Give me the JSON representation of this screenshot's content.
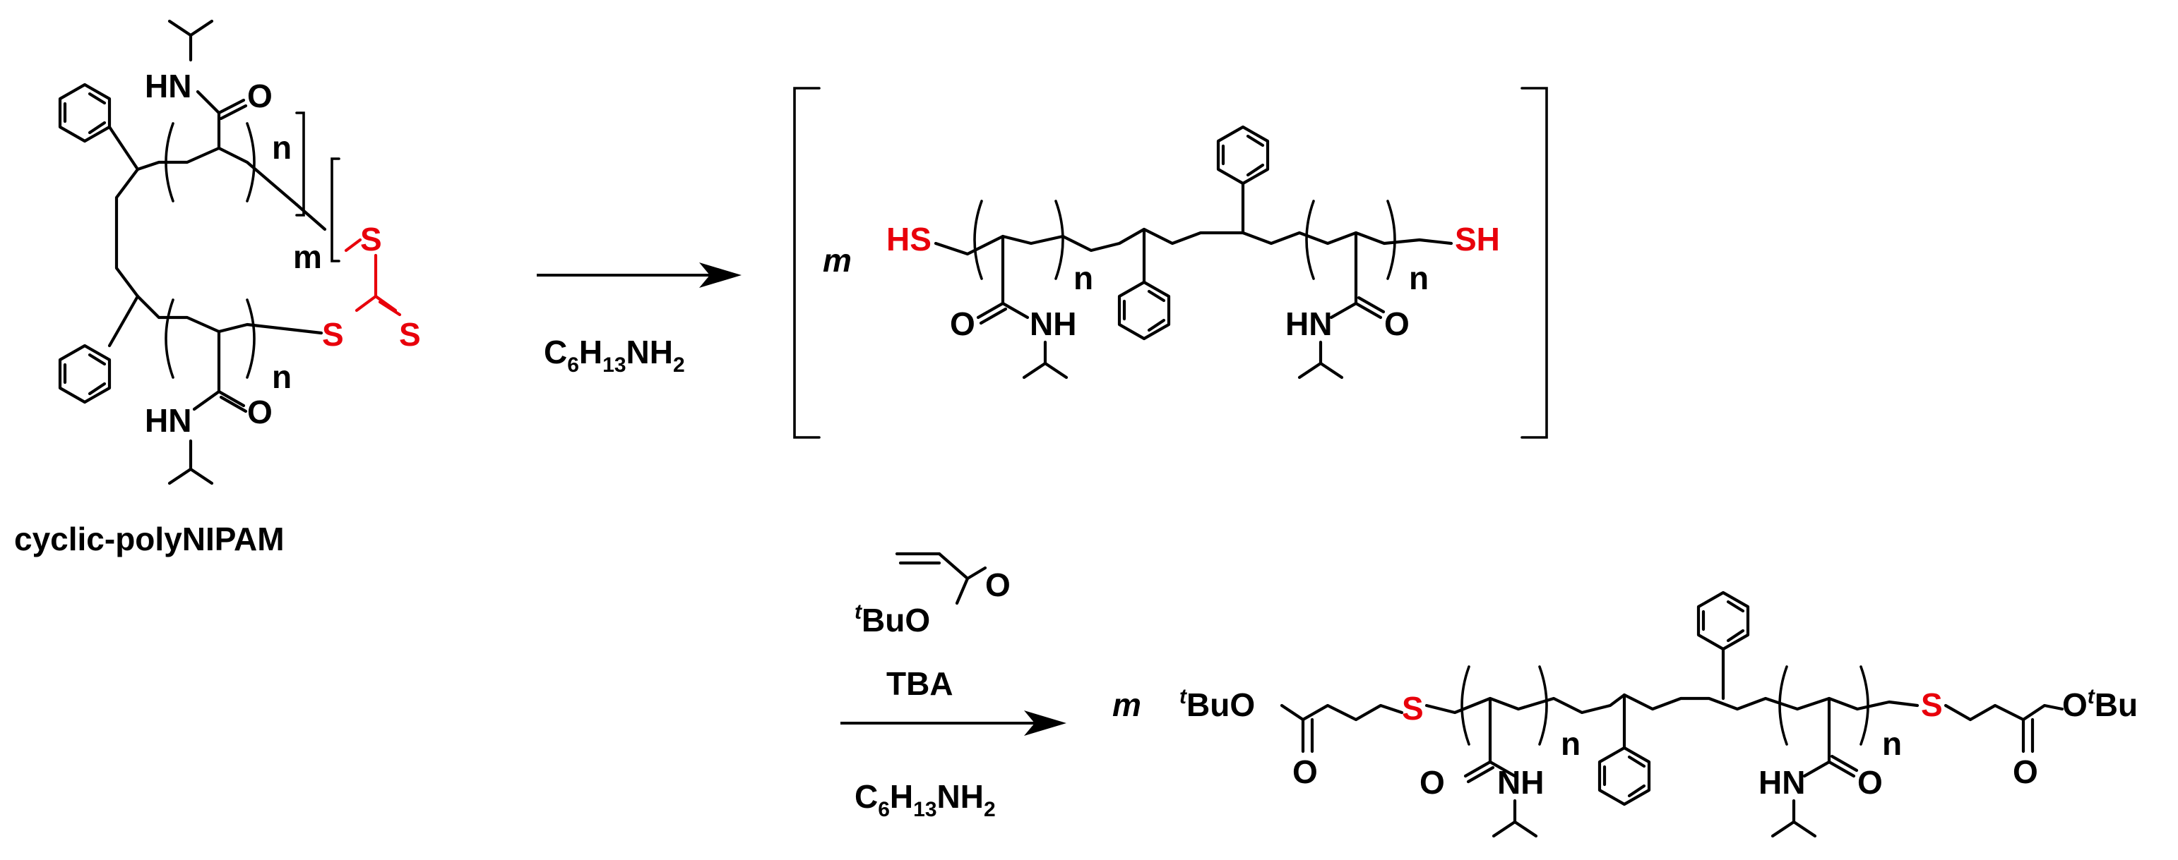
{
  "colors": {
    "bond": "#000000",
    "sulfur": "#e8000b"
  },
  "labels": {
    "compound_name": "cyclic-polyNIPAM",
    "repeat_n": "n",
    "repeat_m": "m",
    "s_atom": "S",
    "sh_left": "HS",
    "sh_right": "SH",
    "hn": "HN",
    "nh": "NH",
    "o": "O",
    "tbuo": "BuO",
    "otbu_o": "O",
    "otbu_bu": "Bu",
    "t_superscript": "t"
  },
  "reagents": {
    "step1_amine": {
      "c": "C",
      "c_sub": "6",
      "h": "H",
      "h_sub": "13",
      "nh": "NH",
      "nh_sub": "2"
    },
    "step2_acrylate_o": "O",
    "step2_acrylate_tbuo": "BuO",
    "step2_catalyst": "TBA",
    "step2_amine": {
      "c": "C",
      "c_sub": "6",
      "h": "H",
      "h_sub": "13",
      "nh": "NH",
      "nh_sub": "2"
    }
  }
}
